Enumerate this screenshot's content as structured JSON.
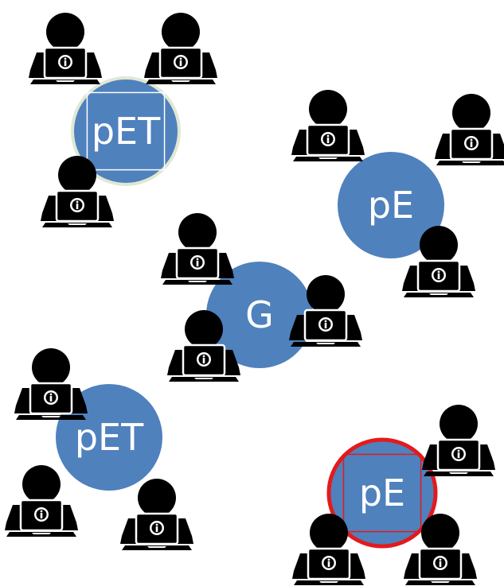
{
  "colors": {
    "node_fill": "#4f81bd",
    "person": "#000000",
    "highlight_ring_light": "#dfe8d3",
    "highlight_ring_red": "#e31a1c",
    "badge_icon": "#ffffff",
    "background": "#ffffff"
  },
  "icons": {
    "person": "person-at-laptop-icon",
    "badge": "info-icon"
  },
  "nodes": [
    {
      "label": "pET",
      "highlight": "light-ring-with-square"
    },
    {
      "label": "pE",
      "highlight": "none"
    },
    {
      "label": "G",
      "highlight": "none"
    },
    {
      "label": "pET",
      "highlight": "none"
    },
    {
      "label": "pE",
      "highlight": "red-ring-with-square"
    }
  ]
}
